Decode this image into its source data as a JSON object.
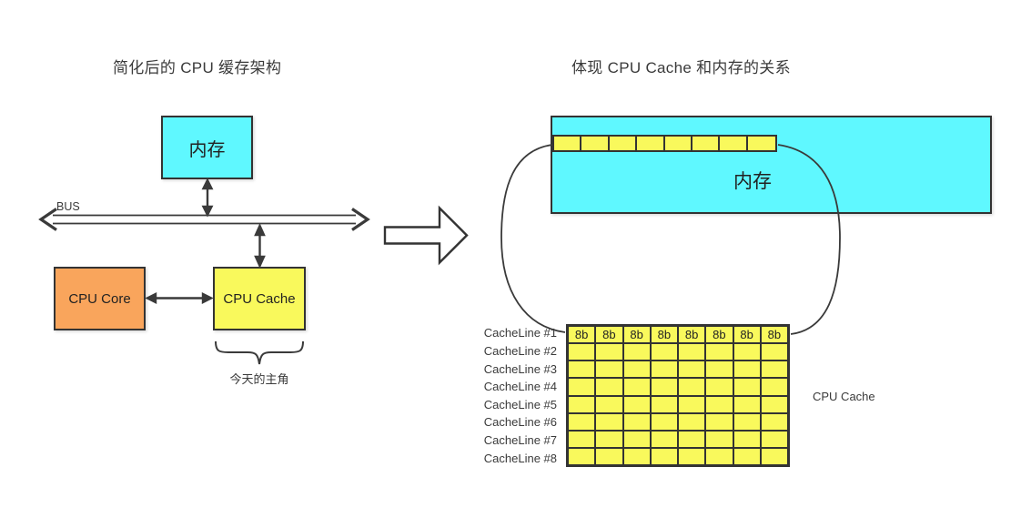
{
  "left": {
    "title": "简化后的 CPU 缓存架构",
    "memory_label": "内存",
    "bus_label": "BUS",
    "core_label": "CPU Core",
    "cache_label": "CPU Cache",
    "brace_caption": "今天的主角"
  },
  "right": {
    "title": "体现 CPU Cache 和内存的关系",
    "memory_label": "内存",
    "cpu_cache_label": "CPU Cache",
    "memory_strip": {
      "cells": 8
    },
    "cache_grid": {
      "row_labels": [
        "CacheLine #1",
        "CacheLine #2",
        "CacheLine #3",
        "CacheLine #4",
        "CacheLine #5",
        "CacheLine #6",
        "CacheLine #7",
        "CacheLine #8"
      ],
      "columns": 8,
      "rows": 8,
      "first_row_cell_label": "8b"
    }
  },
  "colors": {
    "cyan": "#5ff8ff",
    "yellow": "#f9f95c",
    "orange": "#f9a55c",
    "stroke": "#333333",
    "background": "#ffffff"
  }
}
